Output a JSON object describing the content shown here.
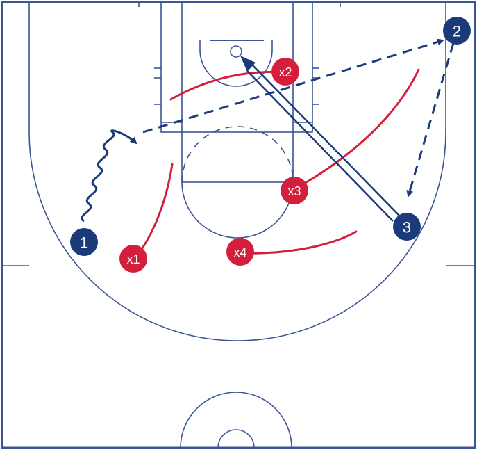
{
  "colors": {
    "court_lines": "#3a5494",
    "offense": "#1a3a7a",
    "defense": "#d31f3c",
    "background": "#ffffff"
  },
  "offense": [
    {
      "id": "p1",
      "label": "1"
    },
    {
      "id": "p2",
      "label": "2"
    },
    {
      "id": "p3",
      "label": "3"
    }
  ],
  "defense": [
    {
      "id": "x1",
      "label": "x1"
    },
    {
      "id": "x2",
      "label": "x2"
    },
    {
      "id": "x3",
      "label": "x3"
    },
    {
      "id": "x4",
      "label": "x4"
    }
  ],
  "actions": [
    {
      "type": "dribble",
      "from": "1"
    },
    {
      "type": "pass",
      "from": "1",
      "to": "2"
    },
    {
      "type": "pass",
      "from": "2",
      "to": "3"
    },
    {
      "type": "cut",
      "from": "3",
      "to": "basket"
    }
  ]
}
